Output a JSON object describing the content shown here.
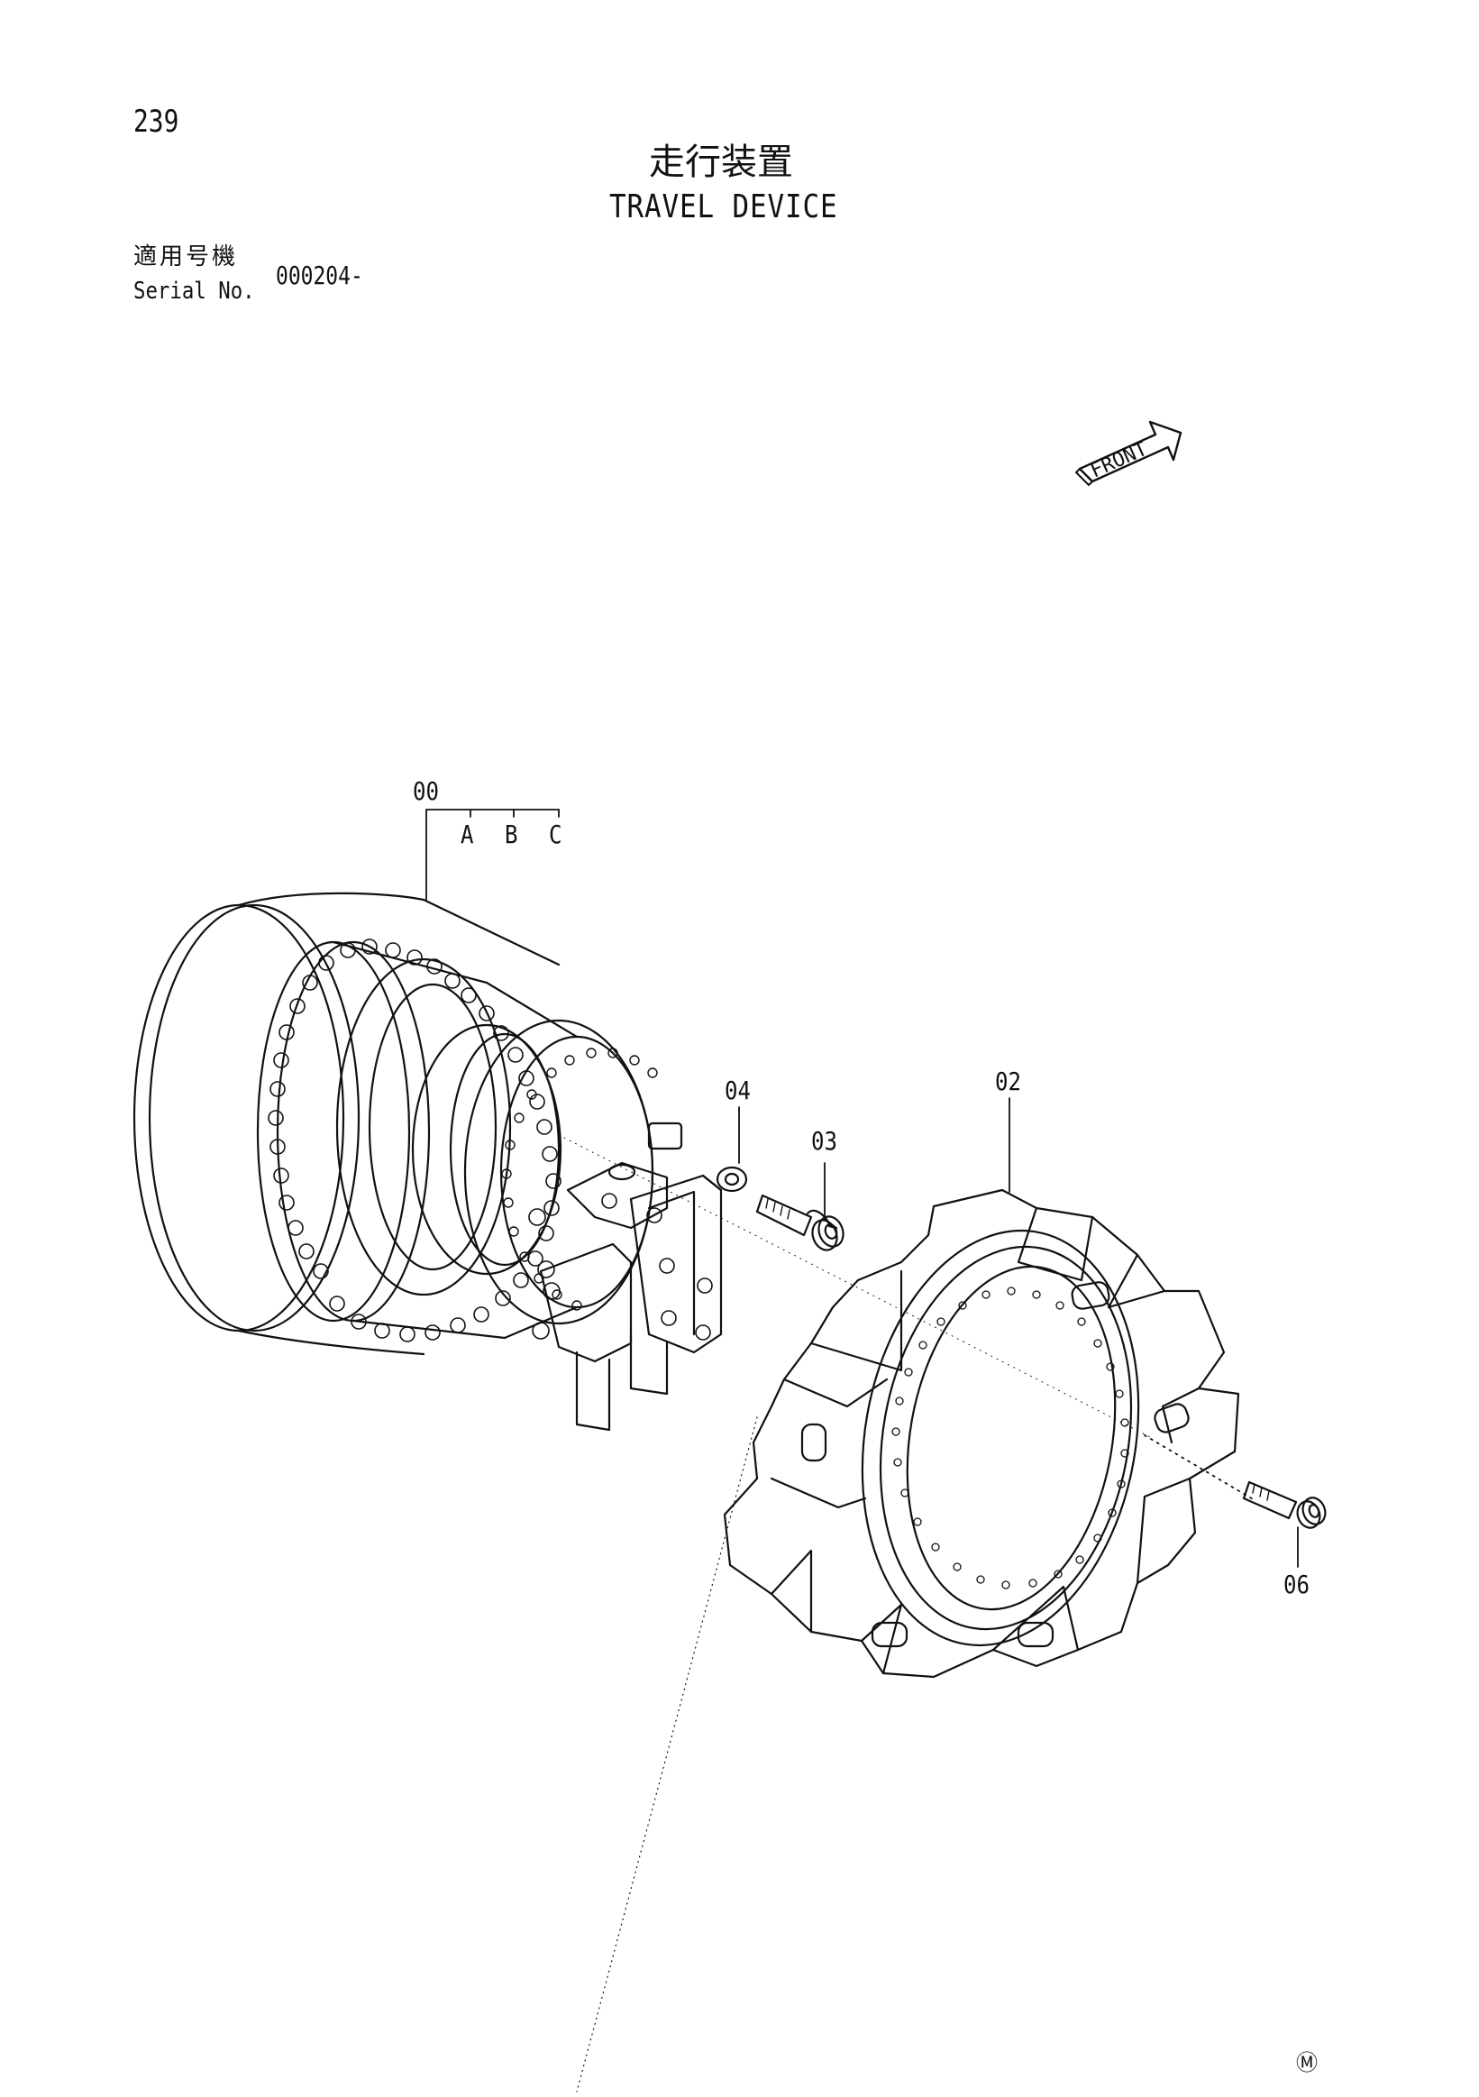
{
  "header": {
    "page_number": "239",
    "title_jp": "走行装置",
    "title_en": "TRAVEL DEVICE"
  },
  "serial": {
    "label_jp": "適用号機",
    "label_en": "Serial No.",
    "value": "000204-"
  },
  "direction_marker": {
    "label": "FRONT"
  },
  "callouts": {
    "main": "00",
    "sub_a": "A",
    "sub_b": "B",
    "sub_c": "C",
    "part_02": "02",
    "part_03": "03",
    "part_04": "04",
    "part_06": "06"
  },
  "footer": {
    "mark": "Ⓜ"
  },
  "colors": {
    "line": "#111111",
    "background": "#ffffff"
  }
}
